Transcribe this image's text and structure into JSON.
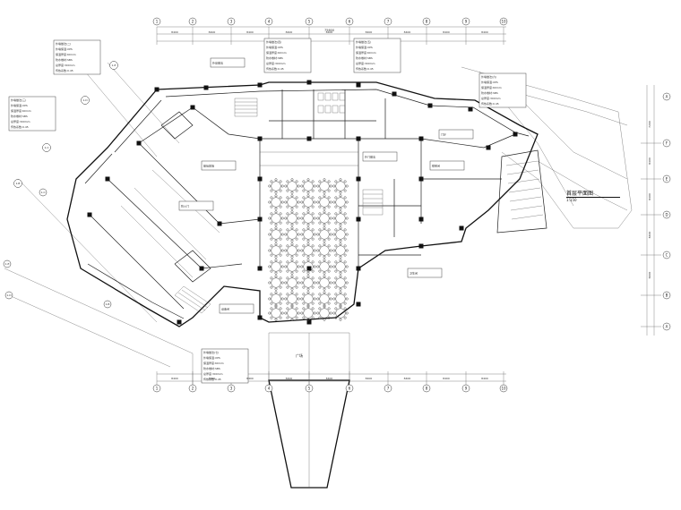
{
  "title_label": "首层平面图",
  "scale_label": "1:150",
  "plaza_label": "广场",
  "axes_top": [
    "1",
    "2",
    "3",
    "4",
    "5",
    "6",
    "7",
    "8",
    "9",
    "10"
  ],
  "axes_right": [
    "F",
    "E",
    "D",
    "C",
    "B",
    "A"
  ],
  "dims_top": [
    "8400",
    "8400",
    "8400",
    "8400",
    "8400",
    "8400",
    "8400",
    "8400",
    "8400"
  ],
  "overall_top": "75600",
  "dims_right": [
    "7200",
    "8400",
    "8400",
    "8400",
    "8400"
  ],
  "section_markers": [
    "1-E",
    "1-D",
    "1-C",
    "1-B"
  ],
  "wall_notes": [
    {
      "title": "外墙做法(二)",
      "lines": [
        "外墙保温:XPS",
        "保温厚度:60mm",
        "防水卷材:SBS",
        "总厚度:300mm",
        "传热系数:0.45"
      ]
    },
    {
      "title": "外墙做法(三)",
      "lines": [
        "外墙保温:XPS",
        "保温厚度:60mm",
        "防水卷材:SBS",
        "总厚度:300mm",
        "传热系数:0.45"
      ]
    },
    {
      "title": "外墙做法(四)",
      "lines": [
        "外墙保温:XPS",
        "保温厚度:60mm",
        "防水卷材:SBS",
        "总厚度:300mm",
        "传热系数:0.45"
      ]
    },
    {
      "title": "外墙做法(五)",
      "lines": [
        "外墙保温:XPS",
        "保温厚度:60mm",
        "防水卷材:SBS",
        "总厚度:300mm",
        "传热系数:0.45"
      ]
    },
    {
      "title": "外墙做法(六)",
      "lines": [
        "外墙保温:XPS",
        "保温厚度:60mm",
        "防水卷材:SBS",
        "总厚度:300mm",
        "传热系数:0.45"
      ]
    },
    {
      "title": "外墙做法(七)",
      "lines": [
        "外墙保温:XPS",
        "保温厚度:60mm",
        "防水卷材:SBS",
        "总厚度:300mm",
        "传热系数:0.45"
      ]
    }
  ],
  "small_notes": [
    "外窗做法",
    "玻璃幕墙",
    "防火门",
    "外门做法",
    "楼梯间",
    "卫生间",
    "设备间",
    "门厅"
  ],
  "colors": {
    "line": "#222222",
    "paper": "#ffffff"
  }
}
